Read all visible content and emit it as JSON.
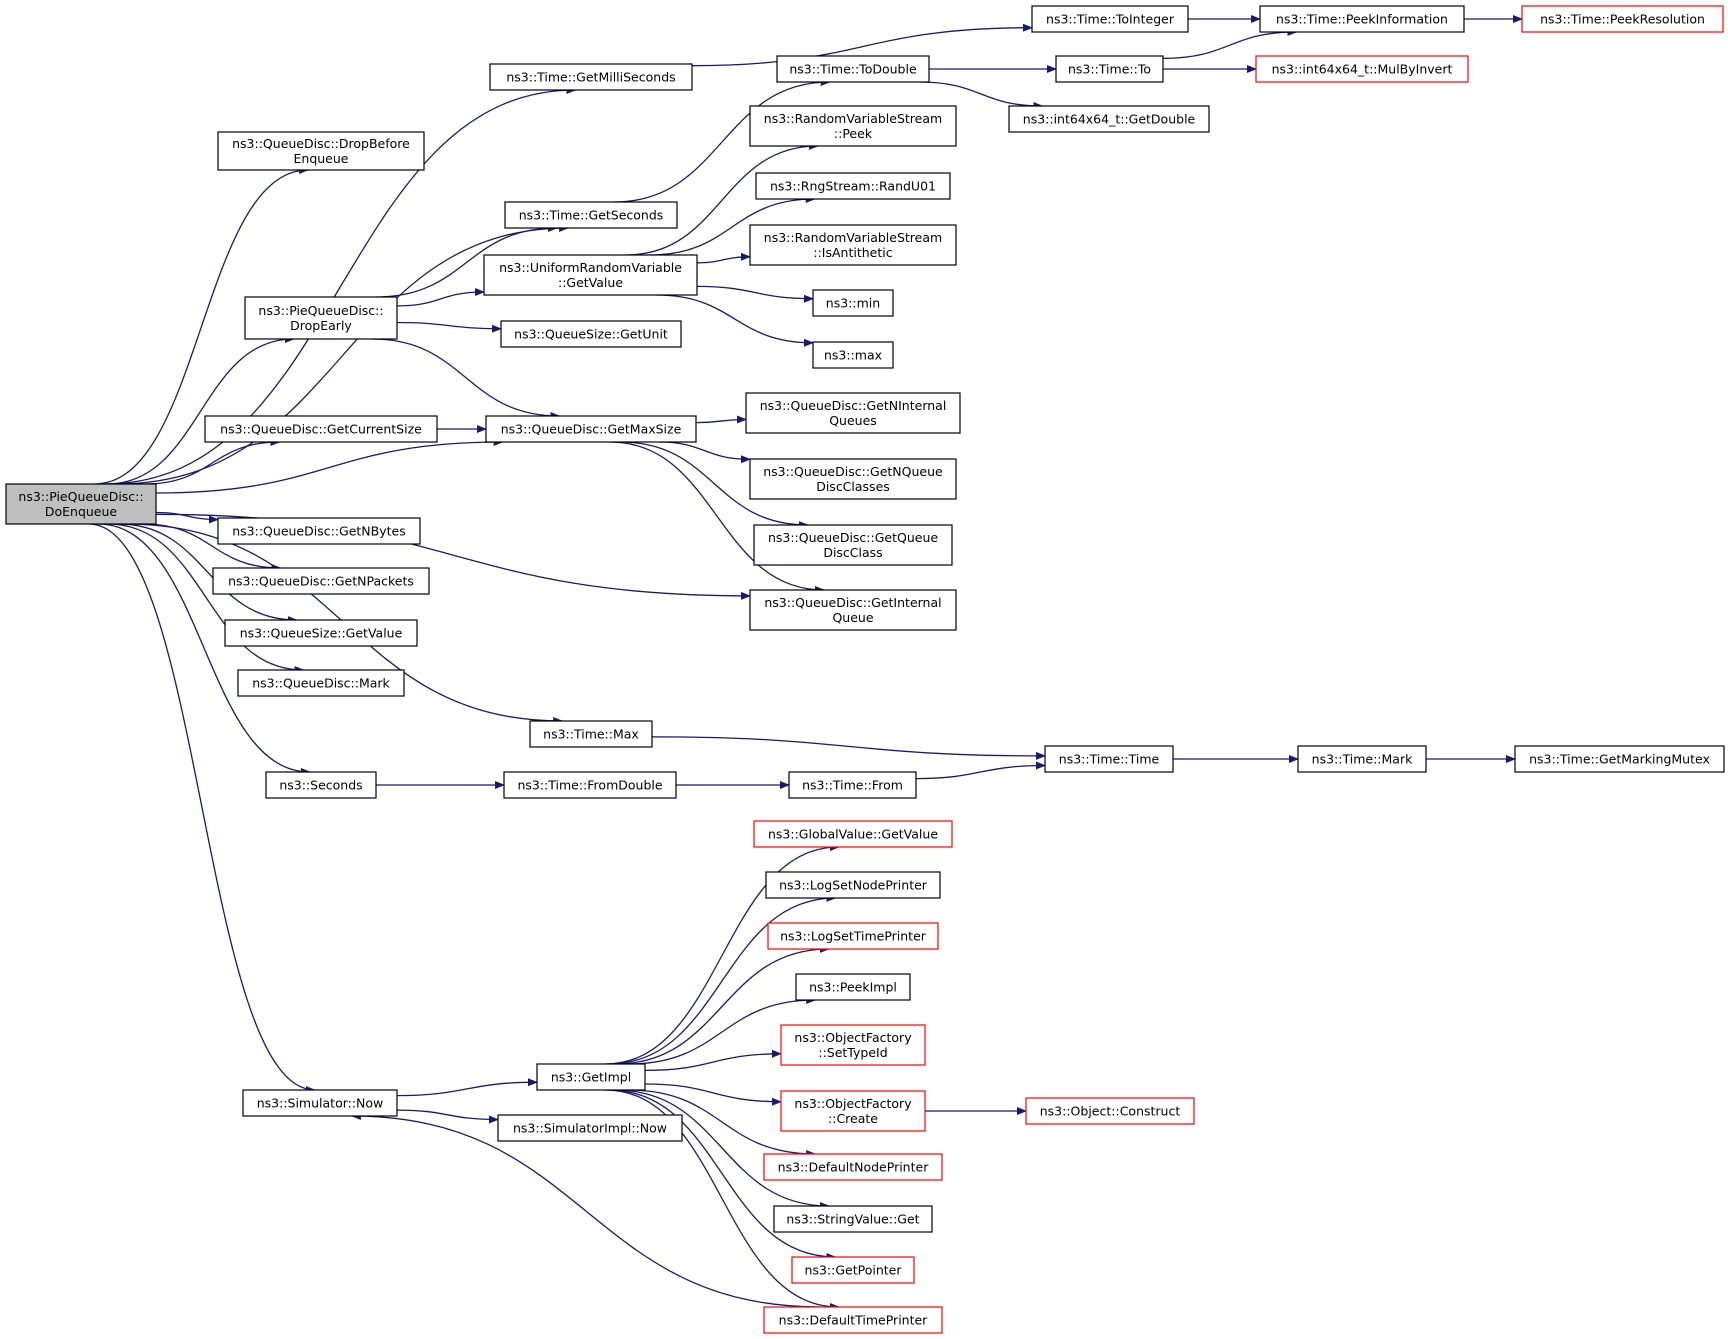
{
  "colors": {
    "edge": "#191970",
    "node_border": "#000000",
    "node_border_incomplete": "#ff0000",
    "node_fill": "#ffffff",
    "root_fill": "#bfbfbf"
  },
  "nodes": [
    {
      "id": "doenqueue",
      "lines": [
        "ns3::PieQueueDisc::",
        "DoEnqueue"
      ],
      "root": true
    },
    {
      "id": "dropbeforeenqueue",
      "lines": [
        "ns3::QueueDisc::DropBefore",
        "Enqueue"
      ]
    },
    {
      "id": "getmilliseconds",
      "lines": [
        "ns3::Time::GetMilliSeconds"
      ]
    },
    {
      "id": "toint",
      "lines": [
        "ns3::Time::ToInteger"
      ]
    },
    {
      "id": "peekinfo",
      "lines": [
        "ns3::Time::PeekInformation"
      ]
    },
    {
      "id": "peekres",
      "lines": [
        "ns3::Time::PeekResolution"
      ],
      "incomplete": true
    },
    {
      "id": "todouble",
      "lines": [
        "ns3::Time::ToDouble"
      ]
    },
    {
      "id": "to",
      "lines": [
        "ns3::Time::To"
      ]
    },
    {
      "id": "mulbyinvert",
      "lines": [
        "ns3::int64x64_t::MulByInvert"
      ],
      "incomplete": true
    },
    {
      "id": "getdouble64",
      "lines": [
        "ns3::int64x64_t::GetDouble"
      ]
    },
    {
      "id": "rvspeek",
      "lines": [
        "ns3::RandomVariableStream",
        "::Peek"
      ]
    },
    {
      "id": "randu01",
      "lines": [
        "ns3::RngStream::RandU01"
      ]
    },
    {
      "id": "isanti",
      "lines": [
        "ns3::RandomVariableStream",
        "::IsAntithetic"
      ]
    },
    {
      "id": "min",
      "lines": [
        "ns3::min"
      ]
    },
    {
      "id": "max",
      "lines": [
        "ns3::max"
      ]
    },
    {
      "id": "getseconds",
      "lines": [
        "ns3::Time::GetSeconds"
      ]
    },
    {
      "id": "urvgetvalue",
      "lines": [
        "ns3::UniformRandomVariable",
        "::GetValue"
      ]
    },
    {
      "id": "dropearly",
      "lines": [
        "ns3::PieQueueDisc::",
        "DropEarly"
      ]
    },
    {
      "id": "getunit",
      "lines": [
        "ns3::QueueSize::GetUnit"
      ]
    },
    {
      "id": "getcurrentsize",
      "lines": [
        "ns3::QueueDisc::GetCurrentSize"
      ]
    },
    {
      "id": "getmaxsize",
      "lines": [
        "ns3::QueueDisc::GetMaxSize"
      ]
    },
    {
      "id": "getninternal",
      "lines": [
        "ns3::QueueDisc::GetNInternal",
        "Queues"
      ]
    },
    {
      "id": "getnqueue",
      "lines": [
        "ns3::QueueDisc::GetNQueue",
        "DiscClasses"
      ]
    },
    {
      "id": "getqueuedisc",
      "lines": [
        "ns3::QueueDisc::GetQueue",
        "DiscClass"
      ]
    },
    {
      "id": "getinternal",
      "lines": [
        "ns3::QueueDisc::GetInternal",
        "Queue"
      ]
    },
    {
      "id": "getnbytes",
      "lines": [
        "ns3::QueueDisc::GetNBytes"
      ]
    },
    {
      "id": "getnpackets",
      "lines": [
        "ns3::QueueDisc::GetNPackets"
      ]
    },
    {
      "id": "qsgetvalue",
      "lines": [
        "ns3::QueueSize::GetValue"
      ]
    },
    {
      "id": "mark",
      "lines": [
        "ns3::QueueDisc::Mark"
      ]
    },
    {
      "id": "timemax",
      "lines": [
        "ns3::Time::Max"
      ]
    },
    {
      "id": "timetime",
      "lines": [
        "ns3::Time::Time"
      ]
    },
    {
      "id": "timemark",
      "lines": [
        "ns3::Time::Mark"
      ]
    },
    {
      "id": "getmarkingmutex",
      "lines": [
        "ns3::Time::GetMarkingMutex"
      ]
    },
    {
      "id": "seconds",
      "lines": [
        "ns3::Seconds"
      ]
    },
    {
      "id": "fromdouble",
      "lines": [
        "ns3::Time::FromDouble"
      ]
    },
    {
      "id": "from",
      "lines": [
        "ns3::Time::From"
      ]
    },
    {
      "id": "gvgetvalue",
      "lines": [
        "ns3::GlobalValue::GetValue"
      ],
      "incomplete": true
    },
    {
      "id": "lognodeprinter",
      "lines": [
        "ns3::LogSetNodePrinter"
      ]
    },
    {
      "id": "logtimeprinter",
      "lines": [
        "ns3::LogSetTimePrinter"
      ],
      "incomplete": true
    },
    {
      "id": "peekimpl",
      "lines": [
        "ns3::PeekImpl"
      ]
    },
    {
      "id": "ofsettypeid",
      "lines": [
        "ns3::ObjectFactory",
        "::SetTypeId"
      ],
      "incomplete": true
    },
    {
      "id": "getimpl",
      "lines": [
        "ns3::GetImpl"
      ]
    },
    {
      "id": "simnow",
      "lines": [
        "ns3::Simulator::Now"
      ]
    },
    {
      "id": "simimplnow",
      "lines": [
        "ns3::SimulatorImpl::Now"
      ]
    },
    {
      "id": "ofcreate",
      "lines": [
        "ns3::ObjectFactory",
        "::Create"
      ],
      "incomplete": true
    },
    {
      "id": "objconstruct",
      "lines": [
        "ns3::Object::Construct"
      ],
      "incomplete": true
    },
    {
      "id": "defnodeprinter",
      "lines": [
        "ns3::DefaultNodePrinter"
      ],
      "incomplete": true
    },
    {
      "id": "stringvalueget",
      "lines": [
        "ns3::StringValue::Get"
      ]
    },
    {
      "id": "getpointer",
      "lines": [
        "ns3::GetPointer"
      ],
      "incomplete": true
    },
    {
      "id": "deftimeprinter",
      "lines": [
        "ns3::DefaultTimePrinter"
      ],
      "incomplete": true
    }
  ],
  "edges": [
    [
      "doenqueue",
      "dropbeforeenqueue"
    ],
    [
      "doenqueue",
      "getmilliseconds"
    ],
    [
      "doenqueue",
      "getseconds"
    ],
    [
      "doenqueue",
      "dropearly"
    ],
    [
      "doenqueue",
      "getmaxsize"
    ],
    [
      "doenqueue",
      "getcurrentsize"
    ],
    [
      "doenqueue",
      "getinternal"
    ],
    [
      "doenqueue",
      "getnbytes"
    ],
    [
      "doenqueue",
      "getnpackets"
    ],
    [
      "doenqueue",
      "qsgetvalue"
    ],
    [
      "doenqueue",
      "mark"
    ],
    [
      "doenqueue",
      "timemax"
    ],
    [
      "doenqueue",
      "seconds"
    ],
    [
      "doenqueue",
      "simnow"
    ],
    [
      "getmilliseconds",
      "toint"
    ],
    [
      "toint",
      "peekinfo"
    ],
    [
      "peekinfo",
      "peekres"
    ],
    [
      "getseconds",
      "todouble"
    ],
    [
      "todouble",
      "to"
    ],
    [
      "todouble",
      "getdouble64"
    ],
    [
      "to",
      "peekinfo"
    ],
    [
      "to",
      "mulbyinvert"
    ],
    [
      "dropearly",
      "getseconds"
    ],
    [
      "dropearly",
      "urvgetvalue"
    ],
    [
      "dropearly",
      "getunit"
    ],
    [
      "dropearly",
      "getmaxsize"
    ],
    [
      "urvgetvalue",
      "rvspeek"
    ],
    [
      "urvgetvalue",
      "randu01"
    ],
    [
      "urvgetvalue",
      "isanti"
    ],
    [
      "urvgetvalue",
      "min"
    ],
    [
      "urvgetvalue",
      "max"
    ],
    [
      "getcurrentsize",
      "getmaxsize"
    ],
    [
      "getmaxsize",
      "getninternal"
    ],
    [
      "getmaxsize",
      "getnqueue"
    ],
    [
      "getmaxsize",
      "getqueuedisc"
    ],
    [
      "getmaxsize",
      "getinternal"
    ],
    [
      "timemax",
      "timetime"
    ],
    [
      "timetime",
      "timemark"
    ],
    [
      "timemark",
      "getmarkingmutex"
    ],
    [
      "seconds",
      "fromdouble"
    ],
    [
      "fromdouble",
      "from"
    ],
    [
      "from",
      "timetime"
    ],
    [
      "simnow",
      "getimpl"
    ],
    [
      "simnow",
      "simimplnow"
    ],
    [
      "getimpl",
      "gvgetvalue"
    ],
    [
      "getimpl",
      "lognodeprinter"
    ],
    [
      "getimpl",
      "logtimeprinter"
    ],
    [
      "getimpl",
      "peekimpl"
    ],
    [
      "getimpl",
      "ofsettypeid"
    ],
    [
      "getimpl",
      "ofcreate"
    ],
    [
      "getimpl",
      "defnodeprinter"
    ],
    [
      "getimpl",
      "stringvalueget"
    ],
    [
      "getimpl",
      "getpointer"
    ],
    [
      "getimpl",
      "deftimeprinter"
    ],
    [
      "ofcreate",
      "objconstruct"
    ],
    [
      "deftimeprinter",
      "simnow"
    ]
  ]
}
